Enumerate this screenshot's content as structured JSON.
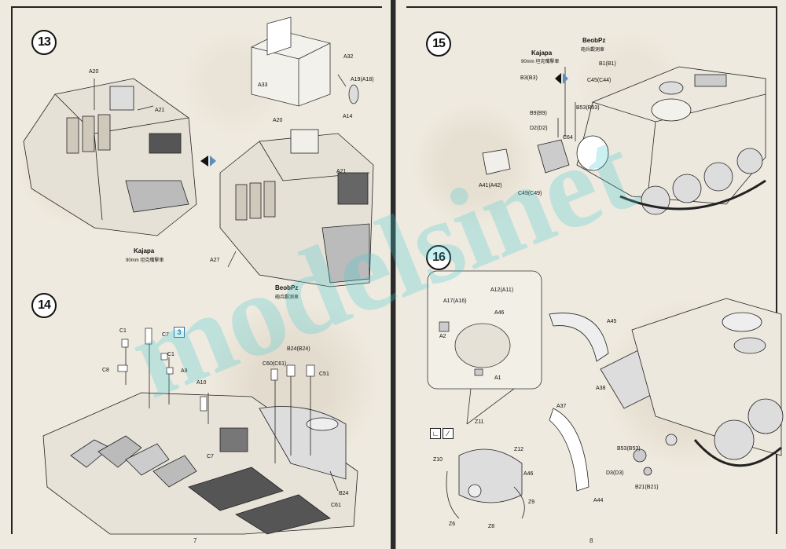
{
  "left_page": {
    "page_number": "7",
    "step13": {
      "number": "13",
      "labels": [
        "A20",
        "A21",
        "A32",
        "A33",
        "A19(A18)",
        "A14",
        "A20",
        "A21",
        "A27"
      ],
      "variant_a": {
        "name": "Kajapa",
        "sub": "90mm 坦克殲擊車"
      },
      "variant_b": {
        "name": "BeobPz",
        "sub": "砲兵觀測車"
      }
    },
    "step14": {
      "number": "14",
      "labels": [
        "C1",
        "C8",
        "C7",
        "C1",
        "A9",
        "A10",
        "C7",
        "C60(C61)",
        "B24(B24)",
        "C51",
        "B24",
        "C61"
      ],
      "paint_ref": "3"
    }
  },
  "right_page": {
    "page_number": "8",
    "step15": {
      "number": "15",
      "variant_a": {
        "name": "Kajapa",
        "sub": "90mm 坦克殲擊車"
      },
      "variant_b": {
        "name": "BeobPz",
        "sub": "砲兵觀測車"
      },
      "labels": [
        "B1(B1)",
        "C45(C44)",
        "B3(B3)",
        "B53(B53)",
        "B9(B9)",
        "D2(D2)",
        "C64",
        "A41(A42)",
        "C49(C49)"
      ]
    },
    "step16": {
      "number": "16",
      "labels": [
        "A12(A11)",
        "A17(A16)",
        "A46",
        "A2",
        "A1",
        "A45",
        "A38",
        "A37",
        "Z11",
        "Z12",
        "Z10",
        "A46",
        "Z9",
        "Z6",
        "Z8",
        "A44",
        "B53(B53)",
        "D3(D3)",
        "B21(B21)"
      ]
    }
  },
  "watermark": "modelsinet"
}
